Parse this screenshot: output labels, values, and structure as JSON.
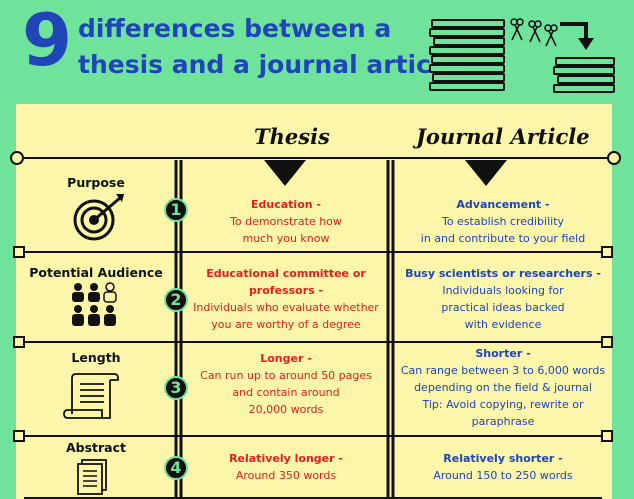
{
  "header": {
    "number": "9",
    "line1": "differences between a",
    "line2": "thesis and a journal article"
  },
  "columns": {
    "thesis": "Thesis",
    "journal": "Journal Article"
  },
  "rows": [
    {
      "num": "1",
      "label": "Purpose",
      "icon": "target-icon",
      "thesis_title": "Education -",
      "thesis_lines": [
        "To demonstrate how",
        "much you  know"
      ],
      "journal_title": "Advancement -",
      "journal_lines": [
        "To establish credibility",
        "in and contribute to your field"
      ]
    },
    {
      "num": "2",
      "label": "Potential Audience",
      "icon": "audience-icon",
      "thesis_title": "Educational committee or",
      "thesis_title2": "professors -",
      "thesis_lines": [
        "Individuals who evaluate whether",
        "you are worthy of a degree"
      ],
      "journal_title": "Busy scientists or researchers -",
      "journal_lines": [
        "Individuals looking for",
        "practical ideas backed",
        "with evidence"
      ]
    },
    {
      "num": "3",
      "label": "Length",
      "icon": "scroll-icon",
      "thesis_title": "Longer -",
      "thesis_lines": [
        "Can run up to around 50 pages",
        "and contain around",
        "20,000 words"
      ],
      "journal_title": "Shorter -",
      "journal_lines": [
        "Can range between 3 to 6,000 words",
        "depending on the field & journal",
        "Tip: Avoid copying, rewrite or",
        "paraphrase"
      ]
    },
    {
      "num": "4",
      "label": "Abstract",
      "icon": "document-icon",
      "thesis_title": "Relatively longer -",
      "thesis_lines": [
        "Around 350 words"
      ],
      "journal_title": "Relatively shorter -",
      "journal_lines": [
        "Around 150 to 250 words"
      ]
    }
  ]
}
